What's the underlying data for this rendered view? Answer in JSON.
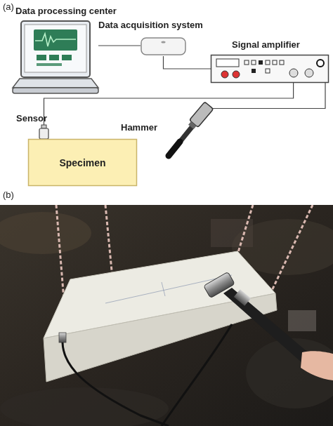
{
  "diagram": {
    "nodes": [
      {
        "text": [
          "Data processing center"
        ]
      },
      {
        "text": [
          "Data acquisition system"
        ]
      },
      {
        "text": [
          "Signal amplifier"
        ]
      },
      {
        "text": [
          "Sensor"
        ]
      },
      {
        "text": [
          "Hammer"
        ]
      },
      {
        "text": [
          "Specimen"
        ]
      }
    ],
    "edges": [
      {
        "from": 0,
        "to": 1,
        "arrow": "none"
      },
      {
        "from": 1,
        "to": 2,
        "arrow": "none"
      },
      {
        "from": 2,
        "to": 3,
        "arrow": "none"
      },
      {
        "from": 2,
        "to": 4,
        "arrow": "none"
      }
    ],
    "labels": [
      "(a)",
      "(b)"
    ]
  }
}
